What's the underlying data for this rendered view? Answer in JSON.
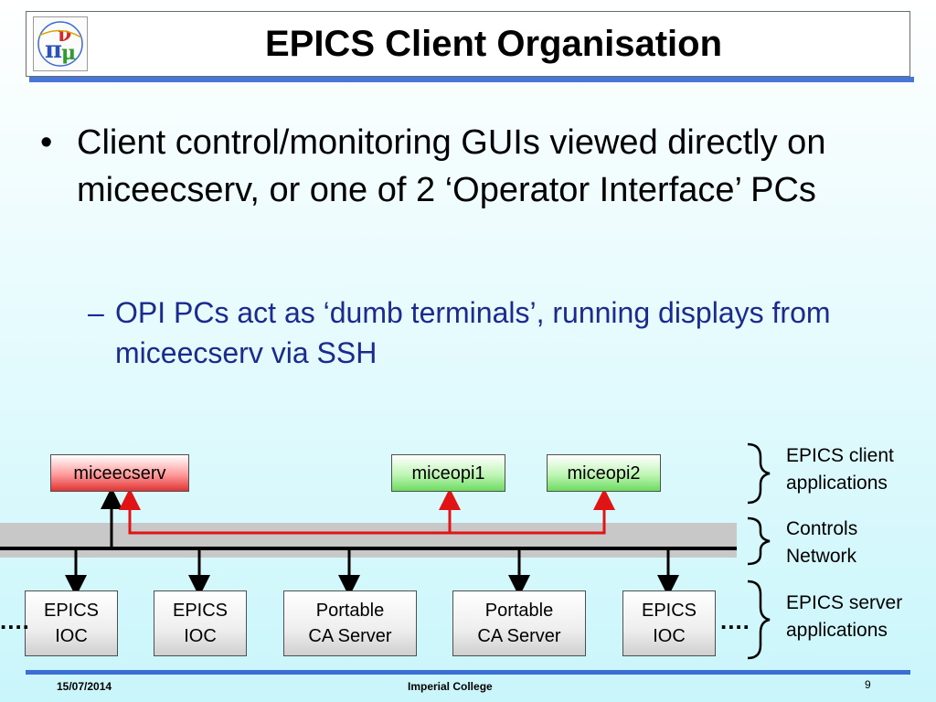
{
  "slide": {
    "title": "EPICS Client Organisation",
    "bullet_mark": "•",
    "bullet": "Client control/monitoring GUIs viewed directly on miceecserv, or one of 2 ‘Operator Interface’ PCs",
    "sub_mark": "–",
    "sub_bullet": "OPI PCs act as ‘dumb terminals’, running displays from miceecserv via SSH"
  },
  "diagram": {
    "client_nodes": [
      "miceecserv",
      "miceopi1",
      "miceopi2"
    ],
    "server_nodes": [
      "EPICS\nIOC",
      "EPICS\nIOC",
      "Portable\nCA Server",
      "Portable\nCA Server",
      "EPICS\nIOC"
    ],
    "left_dots": "....",
    "right_dots": "....",
    "labels": {
      "clients": "EPICS client\napplications",
      "network": "Controls\nNetwork",
      "servers": "EPICS server\napplications"
    },
    "colors": {
      "client_main": "#e03535",
      "client_opi": "#6ddc61",
      "ssh_link": "#e01414",
      "network": "#c8c8c8"
    }
  },
  "footer": {
    "date": "15/07/2014",
    "org": "Imperial College",
    "page": "9"
  }
}
